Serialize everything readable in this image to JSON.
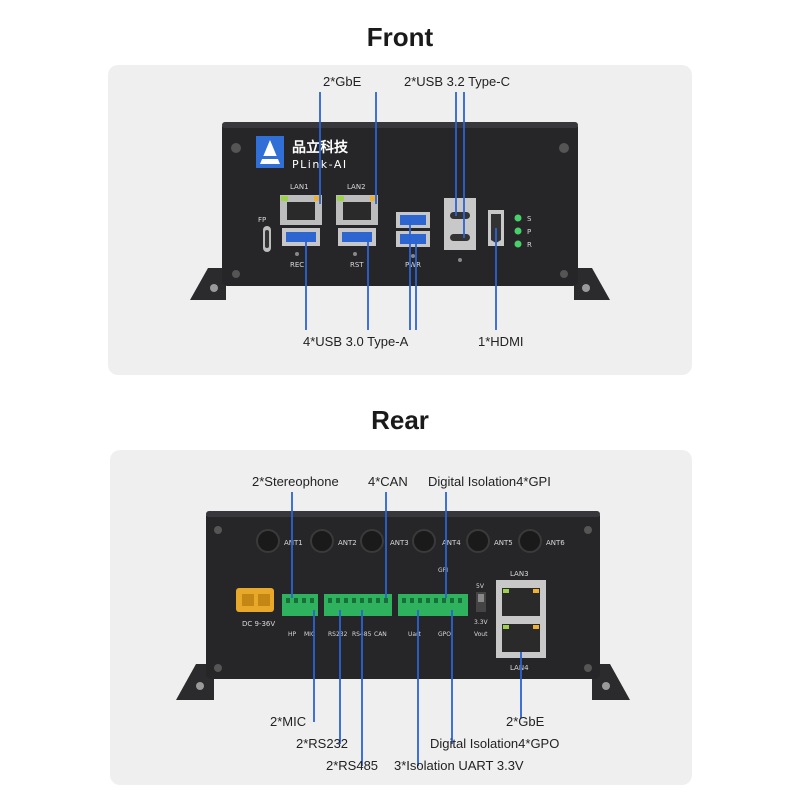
{
  "front": {
    "title": "Front",
    "brand_cn": "品立科技",
    "brand_en": "PLink-AI",
    "callouts": {
      "gbe": "2*GbE",
      "usbc": "2*USB 3.2 Type-C",
      "usba": "4*USB 3.0 Type-A",
      "hdmi": "1*HDMI"
    },
    "silk": {
      "lan1": "LAN1",
      "lan2": "LAN2",
      "fp": "FP",
      "rec": "REC",
      "rst": "RST",
      "pwr": "PWR",
      "s": "S",
      "p": "P",
      "r": "R"
    }
  },
  "rear": {
    "title": "Rear",
    "callouts": {
      "stereo": "2*Stereophone",
      "can": "4*CAN",
      "gpi": "Digital Isolation4*GPI",
      "mic": "2*MIC",
      "rs232": "2*RS232",
      "rs485": "2*RS485",
      "uart": "3*Isolation UART 3.3V",
      "gpo": "Digital Isolation4*GPO",
      "gbe": "2*GbE"
    },
    "silk": {
      "ant1": "ANT1",
      "ant2": "ANT2",
      "ant3": "ANT3",
      "ant4": "ANT4",
      "ant5": "ANT5",
      "ant6": "ANT6",
      "dc": "DC 9-36V",
      "hp": "HP",
      "mic": "MIC",
      "rs232": "RS232",
      "rs485": "RS485",
      "can": "CAN",
      "uart": "Uart",
      "gpo": "GPO",
      "gpi": "GPI",
      "v5": "5V",
      "v33": "3.3V",
      "vout": "Vout",
      "lan3": "LAN3",
      "lan4": "LAN4"
    }
  }
}
